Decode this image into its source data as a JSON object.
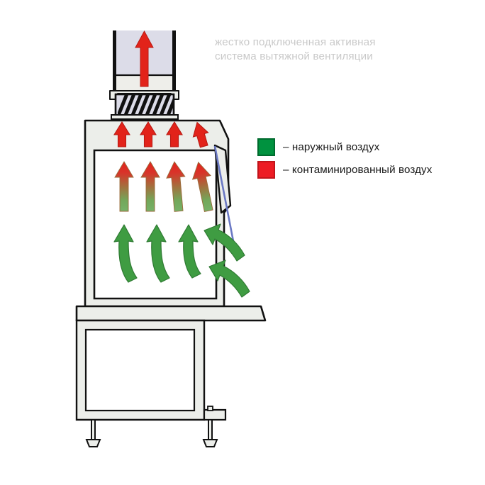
{
  "caption": {
    "text": "жестко подключенная активная\nсистема вытяжной вентиляции",
    "color": "#c9c9c9"
  },
  "legend": {
    "items": [
      {
        "swatch_color": "#00923f",
        "swatch_border": "#006b2e",
        "label": "– наружный воздух",
        "name": "outside-air"
      },
      {
        "swatch_color": "#ed1c24",
        "swatch_border": "#c1151b",
        "label": "– контаминированный воздух",
        "name": "contaminated-air"
      }
    ]
  },
  "colors": {
    "background": "#ffffff",
    "outline": "#111111",
    "body_fill": "#eceeea",
    "duct_upper_fill": "#dcdce8",
    "duct_lower_fill": "#eeeeea",
    "chamber_fill": "#ffffff",
    "filter_fill": "#dcdce8",
    "filter_stripe": "#111111",
    "sash_fill": "#eceeea",
    "sash_line": "#6b79c4",
    "arrow_red": "#e2231a",
    "arrow_red_dark": "#b81a13",
    "arrow_green": "#3f9c42",
    "arrow_green_dark": "#2f7a33",
    "gradient_top": "#e2231a",
    "gradient_bottom": "#6fae62"
  },
  "diagram": {
    "title": "fume-hood-airflow-diagram",
    "parts": [
      {
        "name": "exhaust-duct",
        "label": "exhaust duct"
      },
      {
        "name": "exhaust-filter",
        "label": "filter cassette"
      },
      {
        "name": "upper-plenum",
        "label": "upper plenum"
      },
      {
        "name": "work-chamber",
        "label": "work chamber"
      },
      {
        "name": "sash-panel",
        "label": "sash panel"
      },
      {
        "name": "worktop",
        "label": "worktop"
      },
      {
        "name": "support-stand",
        "label": "support stand"
      },
      {
        "name": "leveling-foot",
        "label": "leveling foot"
      }
    ],
    "airflow": {
      "duct_exhaust_arrows": 1,
      "plenum_red_arrows": 4,
      "chamber_gradient_arrows": 4,
      "chamber_green_curved_arrows": 3,
      "intake_green_arrows": 2
    }
  }
}
